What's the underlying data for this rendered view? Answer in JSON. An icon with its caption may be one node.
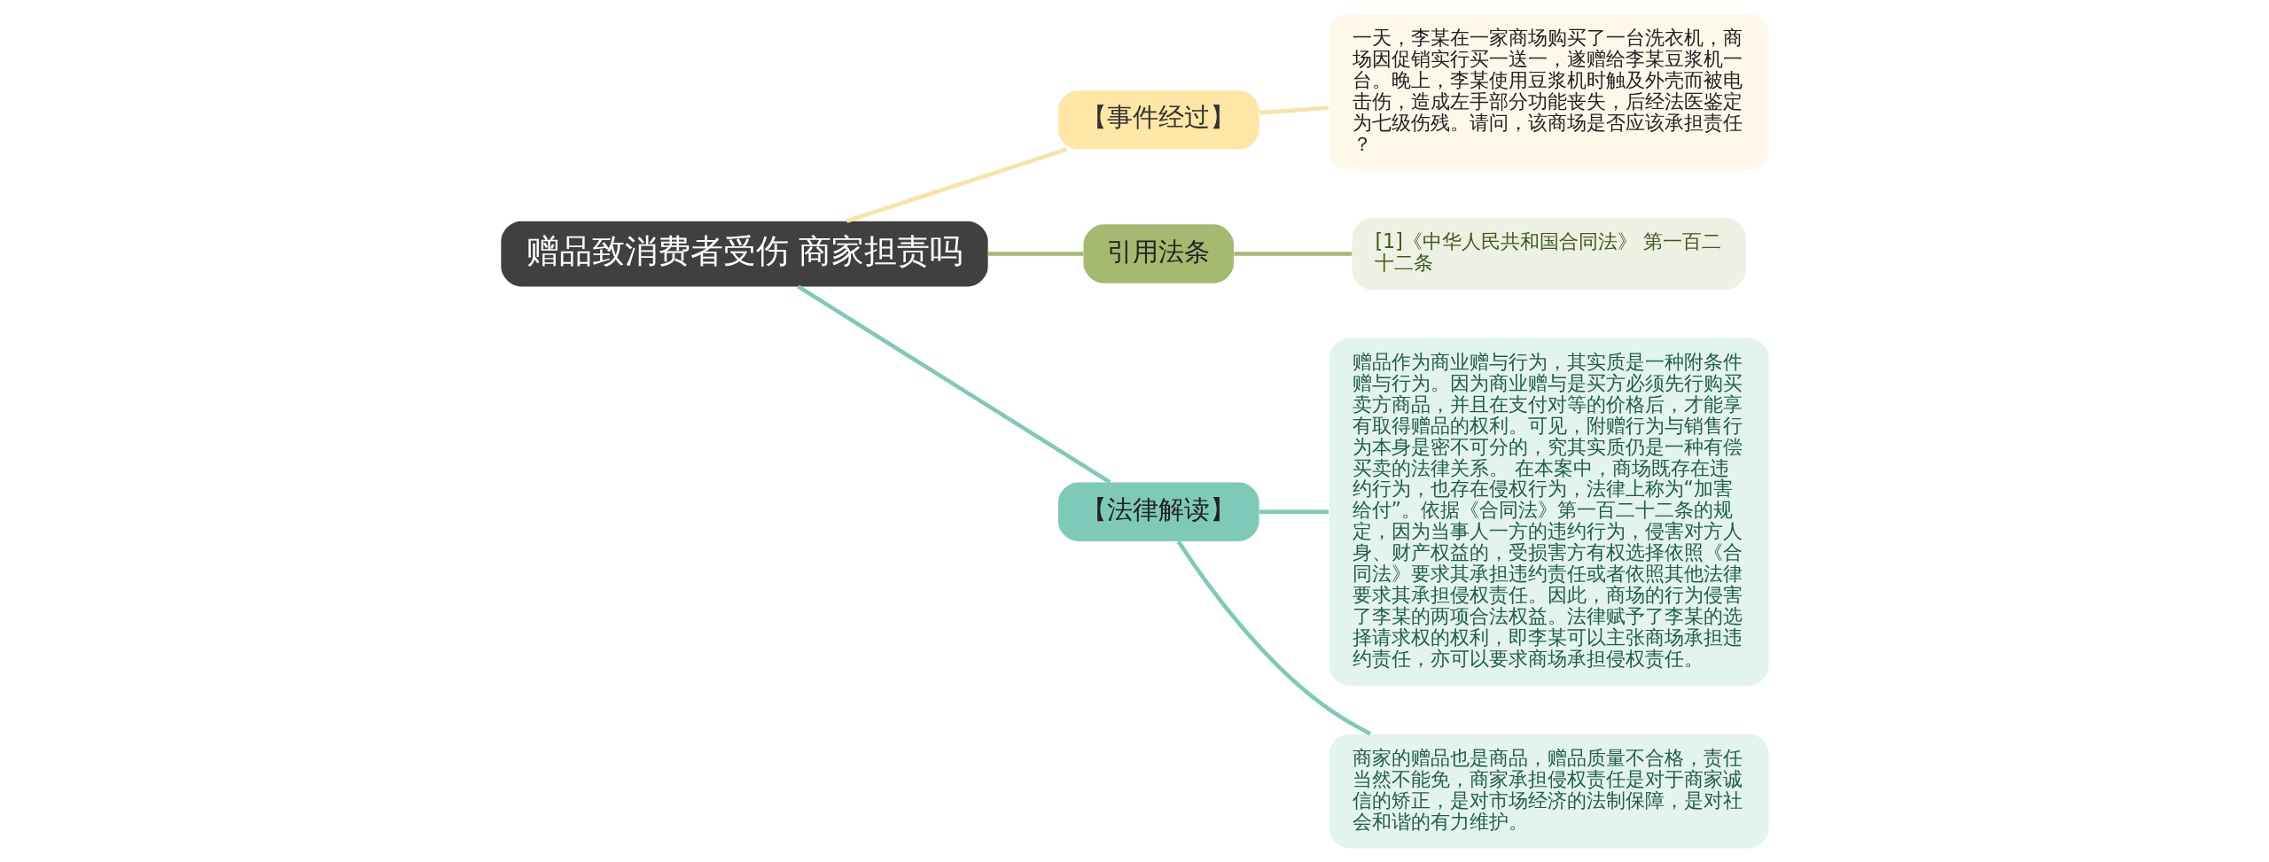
{
  "diagram": {
    "nodes": [
      {
        "text": [
          "赠品致消费者受伤 商家担责吗"
        ]
      },
      {
        "text": [
          "【事件经过】"
        ]
      },
      {
        "text": [
          "一天，李某在一家商场购买了一台洗衣机，商场因促销实行买一送一，遂赠给李某豆浆机一台。晚上，李某使用豆浆机时触及外壳而被电击伤，造成左手部分功能丧失，后经法医鉴定为七级伤残。请问，该商场是否应该承担责任？"
        ]
      },
      {
        "text": [
          "引用法条"
        ]
      },
      {
        "text": [
          "[1]《中华人民共和国合同法》 第一百二十二条"
        ]
      },
      {
        "text": [
          "【法律解读】"
        ]
      },
      {
        "text": [
          "赠品作为商业赠与行为，其实质是一种附条件赠与行为。因为商业赠与是买方必须先行购买卖方商品，并且在支付对等的价格后，才能享有取得赠品的权利。可见，附赠行为与销售行为本身是密不可分的，究其实质仍是一种有偿买卖的法律关系。 在本案中，商场既存在违约行为，也存在侵权行为，法律上称为“加害给付”。依据《合同法》第一百二十二条的规定，因为当事人一方的违约行为，侵害对方人身、财产权益的，受损害方有权选择依照《合同法》要求其承担违约责任或者依照其他法律要求其承担侵权责任。因此，商场的行为侵害了李某的两项合法权益。法律赋予了李某的选择请求权的权利，即李某可以主张商场承担违约责任，亦可以要求商场承担侵权责任。"
        ]
      },
      {
        "text": [
          "商家的赠品也是商品，赠品质量不合格，责任当然不能免，商家承担侵权责任是对于商家诚信的矫正，是对市场经济的法制保障，是对社会和谐的有力维护。"
        ]
      }
    ],
    "edges": [
      {
        "from": 0,
        "to": 1,
        "arrow": "none",
        "color": "#f7e3a6"
      },
      {
        "from": 1,
        "to": 2,
        "arrow": "none",
        "color": "#f7e3a6"
      },
      {
        "from": 0,
        "to": 3,
        "arrow": "none",
        "color": "#a5b96f"
      },
      {
        "from": 3,
        "to": 4,
        "arrow": "none",
        "color": "#a5b96f"
      },
      {
        "from": 0,
        "to": 5,
        "arrow": "none"
      },
      {
        "from": 5,
        "to": 6,
        "arrow": "none"
      },
      {
        "from": 5,
        "to": 7,
        "arrow": "none"
      }
    ]
  }
}
